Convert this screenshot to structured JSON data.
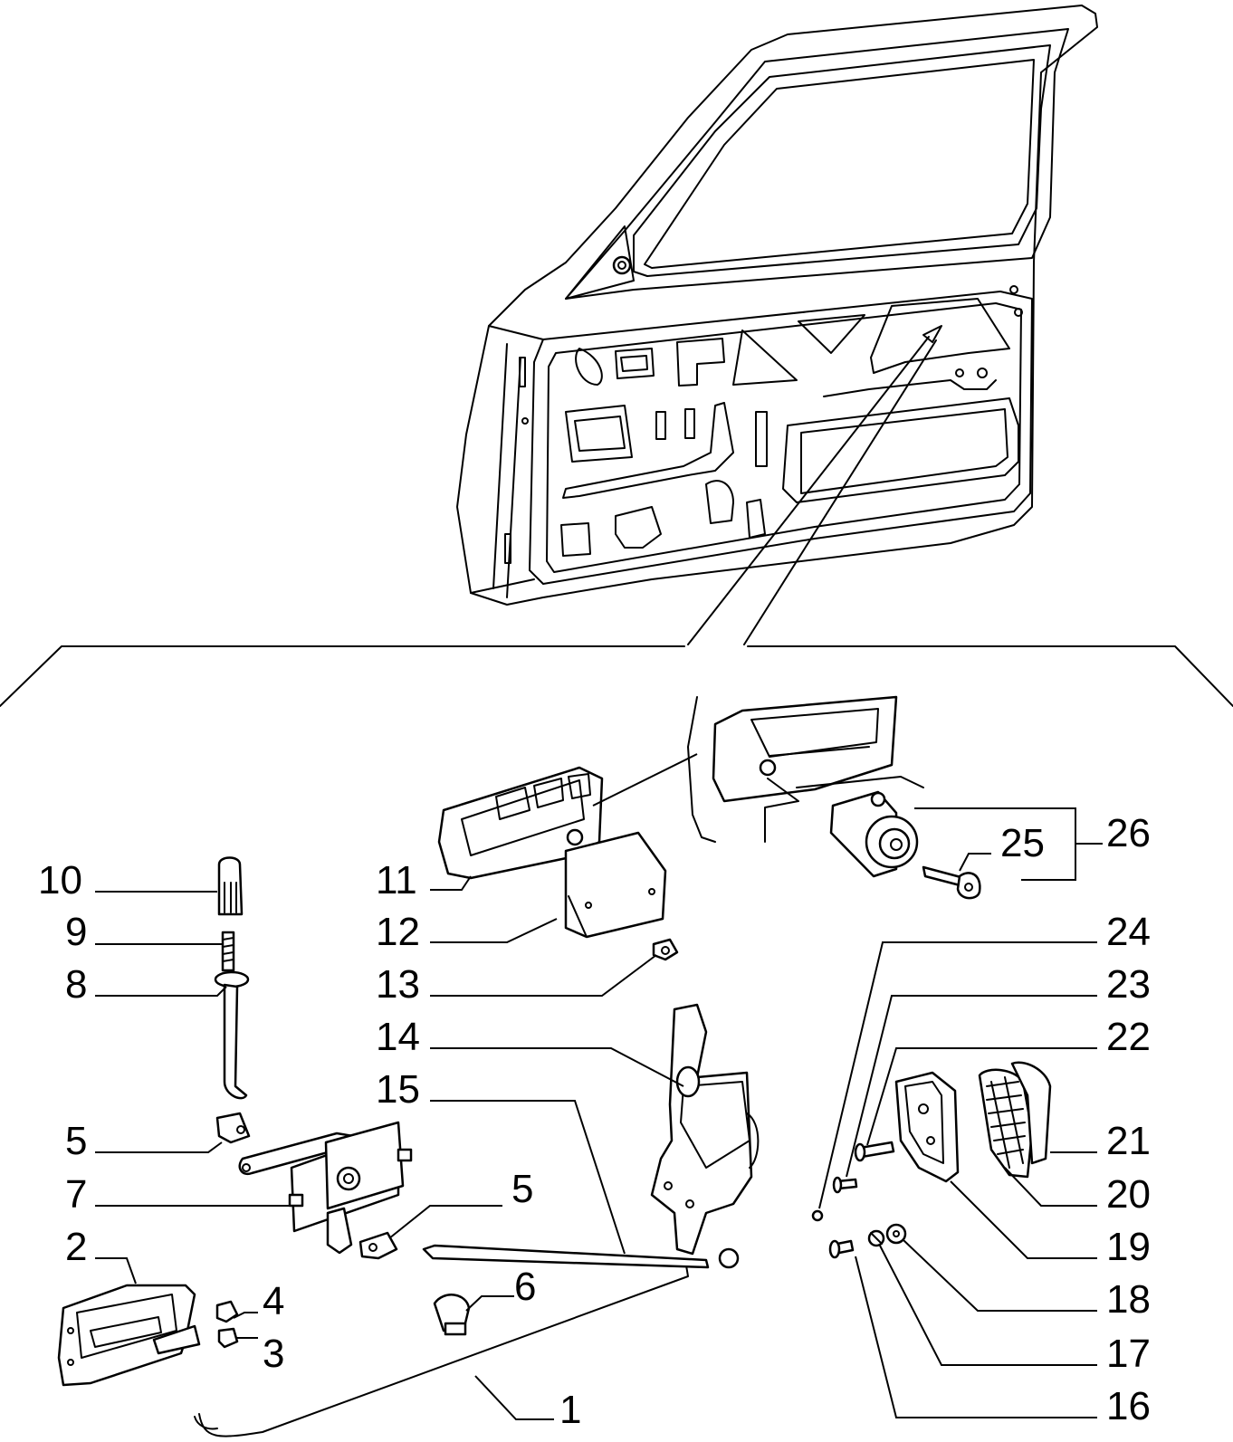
{
  "labels": {
    "l1": "1",
    "l2": "2",
    "l3": "3",
    "l4": "4",
    "l5a": "5",
    "l5b": "5",
    "l6": "6",
    "l7": "7",
    "l8": "8",
    "l9": "9",
    "l10": "10",
    "l11": "11",
    "l12": "12",
    "l13": "13",
    "l14": "14",
    "l15": "15",
    "l16": "16",
    "l17": "17",
    "l18": "18",
    "l19": "19",
    "l20": "20",
    "l21": "21",
    "l22": "22",
    "l23": "23",
    "l24": "24",
    "l25": "25",
    "l26": "26"
  }
}
